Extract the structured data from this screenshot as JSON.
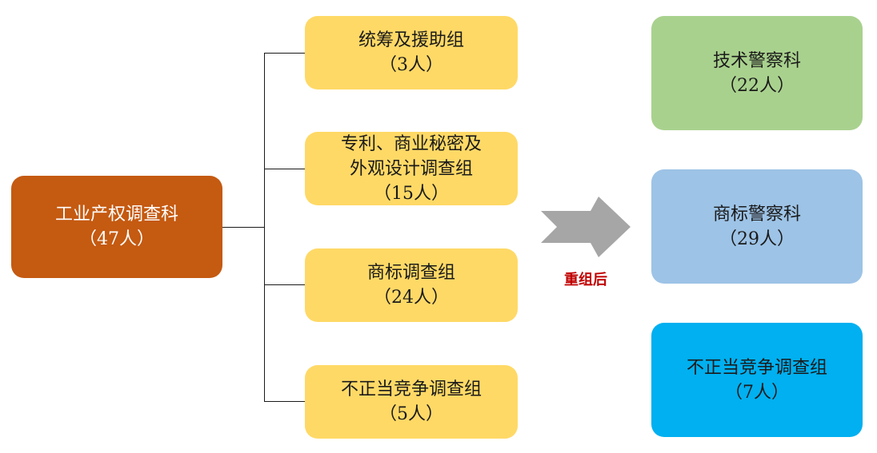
{
  "root": {
    "name": "工业产权调查科",
    "count": "（47人）"
  },
  "groups": [
    {
      "lines": [
        "统筹及援助组",
        "（3人）"
      ]
    },
    {
      "lines": [
        "专利、商业秘密及",
        "外观设计调查组",
        "（15人）"
      ]
    },
    {
      "lines": [
        "商标调查组",
        "（24人）"
      ]
    },
    {
      "lines": [
        "不正当竞争调查组",
        "（5人）"
      ]
    }
  ],
  "arrow": {
    "label": "重组后",
    "fill": "#a6a6a6",
    "label_color": "#c00000"
  },
  "results": [
    {
      "name": "技术警察科",
      "count": "（22人）"
    },
    {
      "name": "商标警察科",
      "count": "（29人）"
    },
    {
      "name": "不正当竞争调查组",
      "count": "（7人）"
    }
  ],
  "colors": {
    "root": "#c55a11",
    "group": "#ffd966",
    "result_tech": "#a9d18e",
    "result_trademark": "#9dc3e6",
    "result_competition": "#00b0f0"
  }
}
